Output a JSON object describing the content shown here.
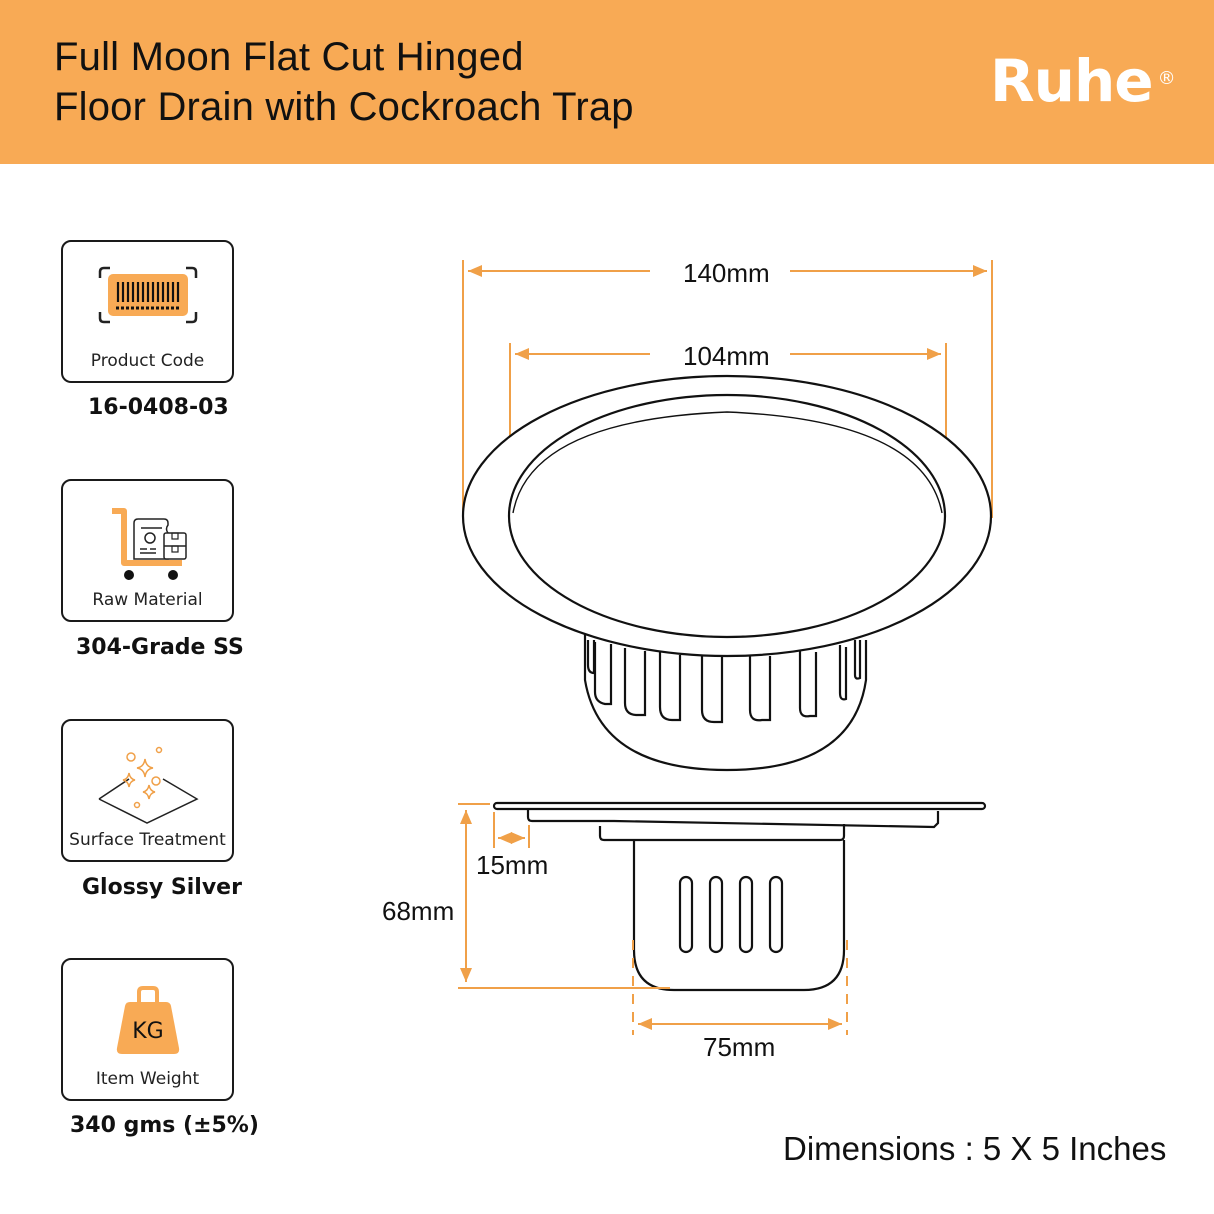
{
  "header": {
    "title_line1": "Full Moon Flat Cut Hinged",
    "title_line2": "Floor Drain with Cockroach Trap",
    "brand": "Ruhe",
    "brand_mark": "®",
    "background_color": "#f8aa55"
  },
  "specs": [
    {
      "icon": "barcode-icon",
      "label": "Product Code",
      "value": "16-0408-03"
    },
    {
      "icon": "trolley-icon",
      "label": "Raw Material",
      "value": "304-Grade SS"
    },
    {
      "icon": "sparkle-surface-icon",
      "label": "Surface Treatment",
      "value": "Glossy Silver"
    },
    {
      "icon": "weight-icon",
      "label": "Item Weight",
      "value": "340 gms (±5%)",
      "icon_text": "KG"
    }
  ],
  "diagram": {
    "top_view": {
      "outer_diameter": "140mm",
      "inner_diameter": "104mm"
    },
    "side_view": {
      "flange_step": "15mm",
      "total_height": "68mm",
      "body_width": "75mm"
    },
    "accent_color": "#f0a048"
  },
  "footer": {
    "dimensions": "Dimensions : 5 X 5 Inches"
  }
}
